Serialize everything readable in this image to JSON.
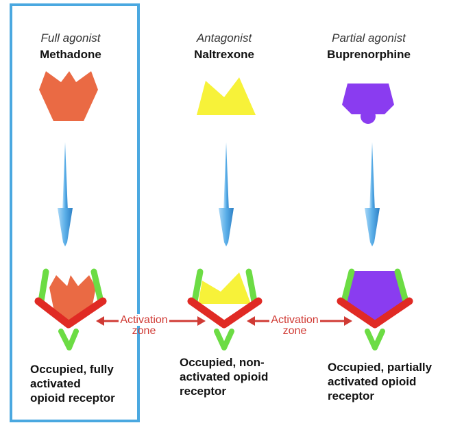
{
  "columns": [
    {
      "type_label": "Full agonist",
      "drug_name": "Methadone",
      "caption": [
        "Occupied, fully",
        "activated",
        "opioid receptor"
      ],
      "color": "#ea6a44"
    },
    {
      "type_label": "Antagonist",
      "drug_name": "Naltrexone",
      "caption": [
        "Occupied, non-",
        "activated opioid",
        "receptor"
      ],
      "color": "#f7f239"
    },
    {
      "type_label": "Partial agonist",
      "drug_name": "Buprenorphine",
      "caption": [
        "Occupied, partially",
        "activated opioid",
        "receptor"
      ],
      "color": "#8a3cf0"
    }
  ],
  "activation_zones": [
    {
      "line1": "Activation",
      "line2": "zone"
    },
    {
      "line1": "Activation",
      "line2": "zone"
    }
  ],
  "colors": {
    "highlight_frame": "#4aa8e0",
    "arrow": "#5aaee8",
    "receptor_red": "#e02a24",
    "receptor_green": "#6cdc44",
    "zone_text": "#d03a34"
  }
}
